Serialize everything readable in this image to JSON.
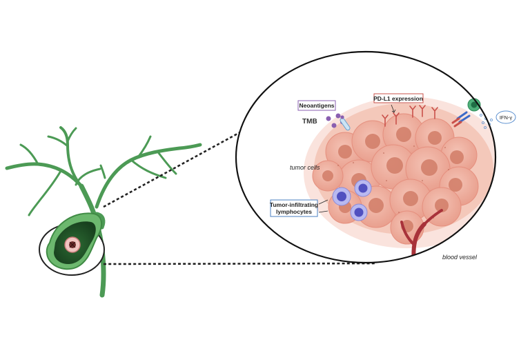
{
  "labels": {
    "neoantigens": "Neoantigens",
    "tmb": "TMB",
    "pdl1": "PD-L1 expression",
    "ifn": "IFN-γ",
    "tumor_cells": "tumor cells",
    "til_line1": "Tumor-infiltrating",
    "til_line2": "lymphocytes",
    "blood_vessel": "blood vessel"
  },
  "colors": {
    "biliary_green": "#4c9a55",
    "gallbladder_dark": "#2e6b33",
    "tumor_pink": "#e8a393",
    "nucleus": "#c9705e",
    "lymphocyte": "#6a6ad0",
    "vessel": "#a8323a",
    "neoantigen_box": "#8a5fb0",
    "pdl1_box": "#c9504a",
    "til_box": "#4a7fc0"
  }
}
